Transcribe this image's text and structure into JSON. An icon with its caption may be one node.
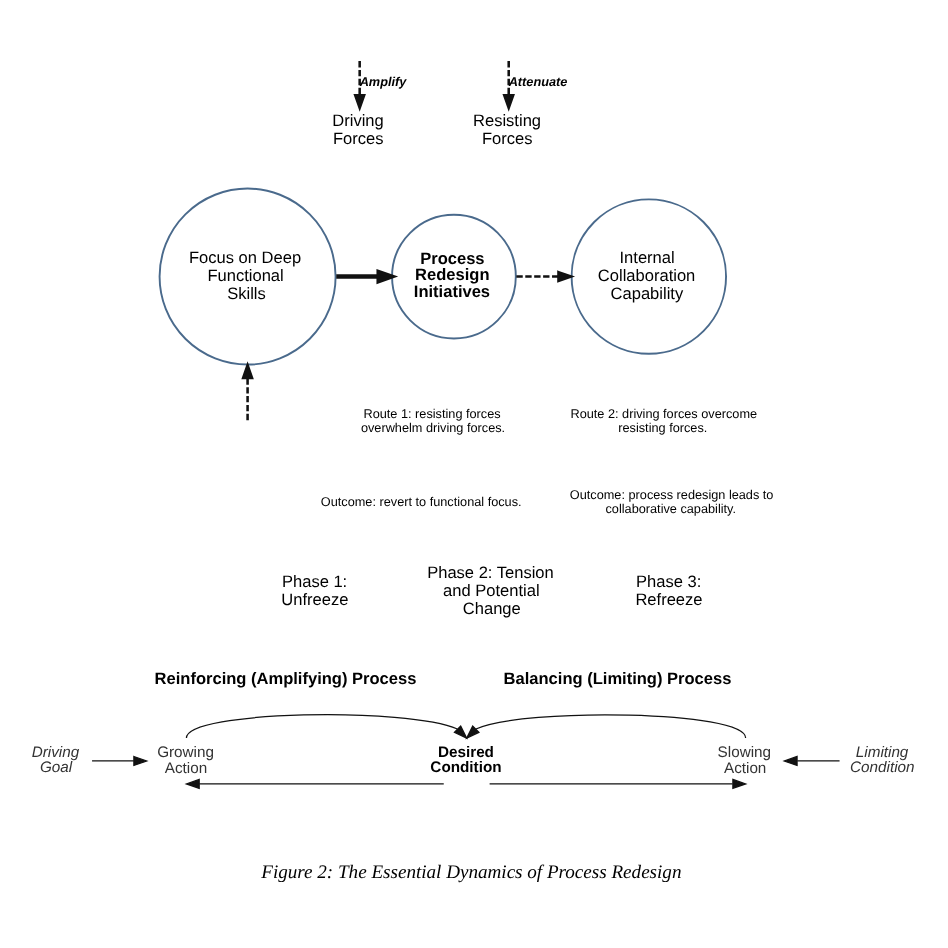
{
  "diagram": {
    "caption": "Figure 2: The Essential Dynamics of Process Redesign",
    "nodes": [
      {
        "text": [
          "Driving Forces"
        ]
      },
      {
        "text": [
          "Resisting Forces"
        ]
      },
      {
        "text": [
          "Focus on Deep Functional Skills"
        ]
      },
      {
        "text": [
          "Process Redesign Initiatives"
        ]
      },
      {
        "text": [
          "Internal Collaboration Capability"
        ]
      },
      {
        "text": [
          "Driving Goal"
        ]
      },
      {
        "text": [
          "Growing Action"
        ]
      },
      {
        "text": [
          "Desired Condition"
        ]
      },
      {
        "text": [
          "Slowing Action"
        ]
      },
      {
        "text": [
          "Limiting Condition"
        ]
      }
    ],
    "edges": [
      {
        "from": null,
        "to": 0,
        "arrow": "to",
        "label": "Amplify",
        "style": "dashed"
      },
      {
        "from": null,
        "to": 1,
        "arrow": "to",
        "label": "Attenuate",
        "style": "dashed"
      },
      {
        "from": 2,
        "to": 3,
        "arrow": "to",
        "style": "thick"
      },
      {
        "from": 3,
        "to": 4,
        "arrow": "to",
        "style": "dashed"
      },
      {
        "from": null,
        "to": 2,
        "arrow": "to",
        "style": "dashed"
      },
      {
        "from": 5,
        "to": 6,
        "arrow": "to"
      },
      {
        "from": 6,
        "to": 7,
        "arrow": "to"
      },
      {
        "from": 7,
        "to": 6,
        "arrow": "to"
      },
      {
        "from": 8,
        "to": 7,
        "arrow": "to"
      },
      {
        "from": 7,
        "to": 8,
        "arrow": "to"
      },
      {
        "from": 9,
        "to": 8,
        "arrow": "to"
      }
    ],
    "labels": [
      "Route 2: driving forces overcome resisting forces.",
      "Outcome: process redesign leads to collaborative capability.",
      "Route 1: resisting forces overwhelm driving forces.",
      "Outcome: revert to functional focus.",
      "Phase 1: Unfreeze",
      "Phase 2: Tension and Potential Change",
      "Phase 3: Refreeze",
      "Reinforcing (Amplifying) Process",
      "Balancing (Limiting) Process"
    ]
  }
}
